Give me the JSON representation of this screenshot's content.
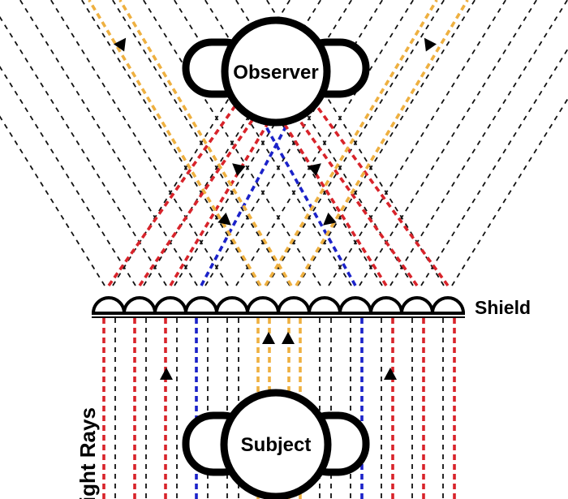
{
  "labels": {
    "observer": "Observer",
    "subject": "Subject",
    "shield": "Shield",
    "light_rays": "Light Rays"
  },
  "colors": {
    "red": "#d8232a",
    "orange": "#eeb040",
    "blue": "#1b22c9",
    "black": "#111111"
  },
  "shield": {
    "bump_count": 12,
    "below_rays": [
      [
        "red",
        "black"
      ],
      [
        "red",
        "black"
      ],
      [
        "red",
        "black"
      ],
      [
        "blue",
        "black"
      ],
      [
        "black",
        "black"
      ],
      [
        "orange",
        "orange"
      ],
      [
        "orange",
        "orange"
      ],
      [
        "black",
        "black"
      ],
      [
        "black",
        "blue"
      ],
      [
        "black",
        "red"
      ],
      [
        "black",
        "red"
      ],
      [
        "black",
        "red"
      ]
    ]
  }
}
